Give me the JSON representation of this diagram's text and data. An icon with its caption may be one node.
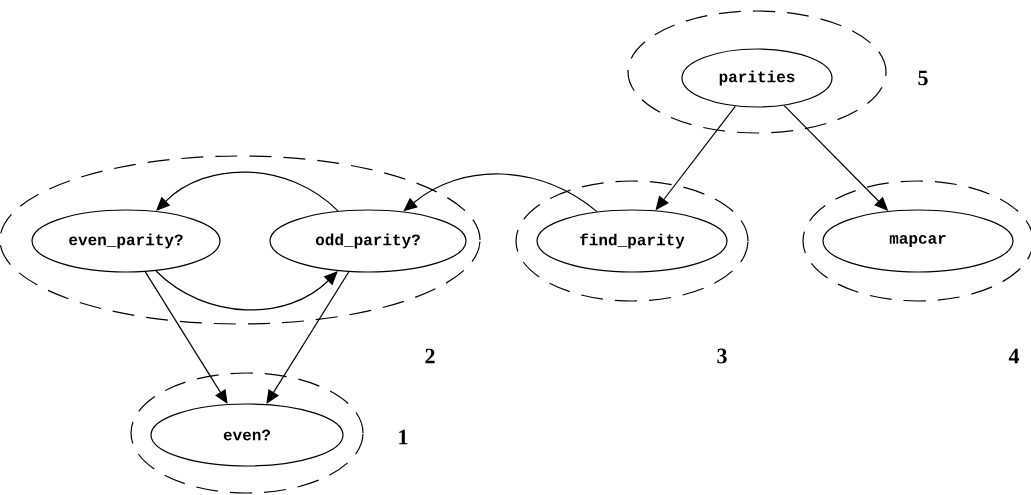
{
  "diagram": {
    "nodes": [
      {
        "text": [],
        "shape": "ellipse",
        "beside": [
          "5"
        ]
      },
      {
        "text": [
          "parities"
        ],
        "in": 0
      },
      {
        "text": [],
        "shape": "ellipse",
        "beside": [
          "2"
        ]
      },
      {
        "text": [
          "even_parity?"
        ],
        "in": 2
      },
      {
        "text": [
          "odd_parity?"
        ],
        "in": 2
      },
      {
        "text": [],
        "shape": "ellipse",
        "beside": [
          "3"
        ]
      },
      {
        "text": [
          "find_parity"
        ],
        "in": 5
      },
      {
        "text": [],
        "shape": "ellipse",
        "beside": [
          "4"
        ]
      },
      {
        "text": [
          "mapcar"
        ],
        "in": 7
      },
      {
        "text": [],
        "shape": "ellipse",
        "beside": [
          "1"
        ]
      },
      {
        "text": [
          "even?"
        ],
        "in": 9
      }
    ],
    "edges": [
      {
        "from": 1,
        "to": 6,
        "arrow": "to"
      },
      {
        "from": 1,
        "to": 8,
        "arrow": "to"
      },
      {
        "from": 4,
        "to": 3,
        "arrow": "to"
      },
      {
        "from": 3,
        "to": 4,
        "arrow": "to"
      },
      {
        "from": 6,
        "to": 4,
        "arrow": "to"
      },
      {
        "from": 3,
        "to": 10,
        "arrow": "to"
      },
      {
        "from": 4,
        "to": 10,
        "arrow": "to"
      }
    ]
  }
}
